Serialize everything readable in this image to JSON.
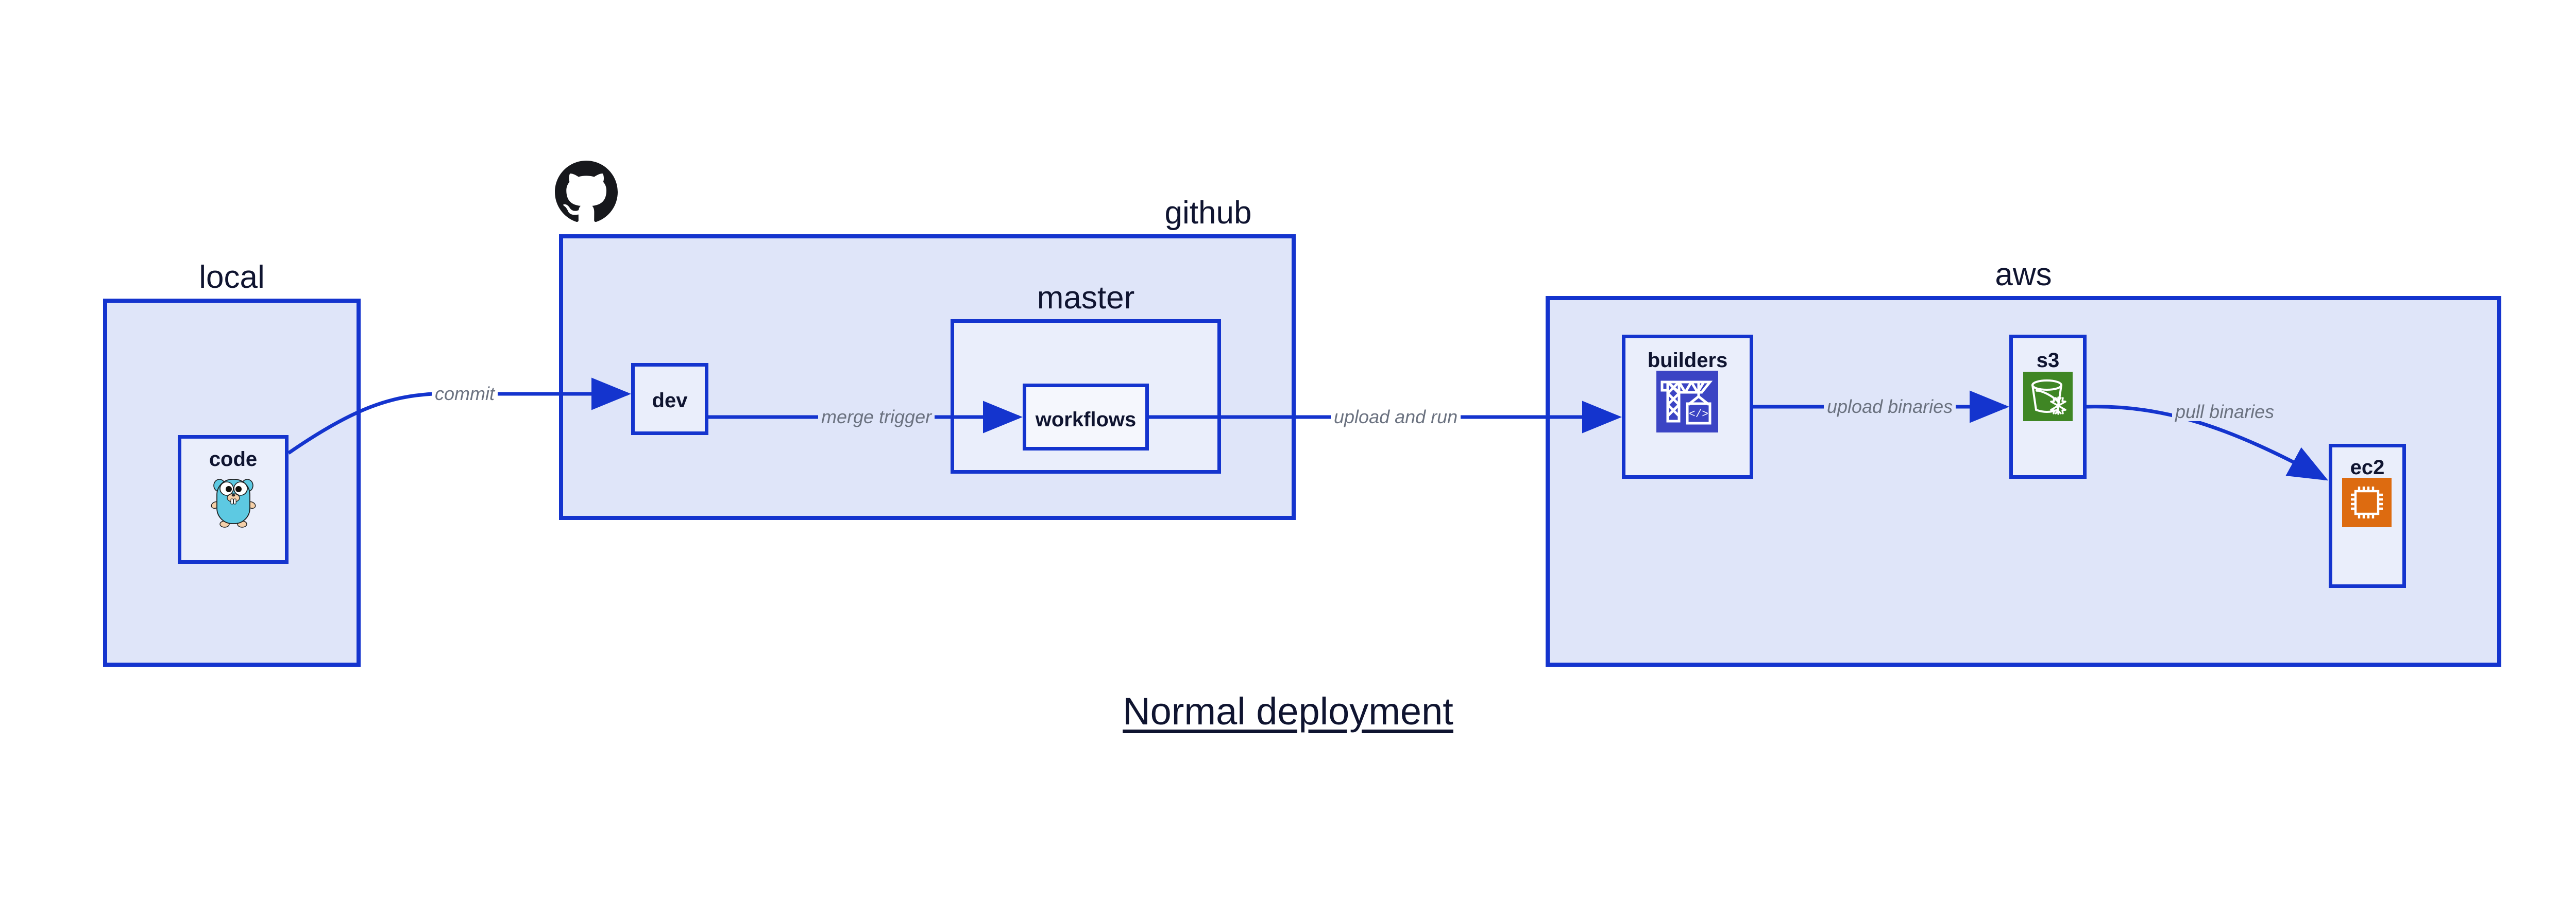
{
  "diagram": {
    "title": "Normal deployment",
    "groups": [
      {
        "id": "local",
        "label": "local"
      },
      {
        "id": "github",
        "label": "github"
      },
      {
        "id": "master",
        "label": "master"
      },
      {
        "id": "aws",
        "label": "aws"
      }
    ],
    "nodes": [
      {
        "id": "code",
        "label": "code",
        "icon": "go-gopher-icon"
      },
      {
        "id": "dev",
        "label": "dev",
        "icon": "none"
      },
      {
        "id": "workflows",
        "label": "workflows",
        "icon": "none"
      },
      {
        "id": "builders",
        "label": "builders",
        "icon": "aws-codebuild-icon"
      },
      {
        "id": "s3",
        "label": "s3",
        "icon": "aws-s3-glacier-icon"
      },
      {
        "id": "ec2",
        "label": "ec2",
        "icon": "aws-ec2-icon"
      }
    ],
    "edges": [
      {
        "id": "commit",
        "from": "code",
        "to": "dev",
        "label": "commit"
      },
      {
        "id": "merge-trigger",
        "from": "dev",
        "to": "workflows",
        "label": "merge trigger"
      },
      {
        "id": "upload-and-run",
        "from": "workflows",
        "to": "builders",
        "label": "upload and run"
      },
      {
        "id": "upload-binaries",
        "from": "builders",
        "to": "s3",
        "label": "upload binaries"
      },
      {
        "id": "pull-binaries",
        "from": "s3",
        "to": "ec2",
        "label": "pull binaries"
      }
    ],
    "brand_icons": [
      {
        "id": "github-octocat-icon",
        "name": "github-logo"
      }
    ],
    "colors": {
      "border": "#1434ce",
      "group_fill": "#dfe5f9",
      "node_fill": "#eaeefb",
      "node_fill_deep": "#f5f7fd",
      "text": "#0f1430",
      "edge_label": "#6b7280",
      "codebuild": "#3b44c4",
      "s3_glacier": "#3f8624",
      "ec2": "#dd6b10",
      "gopher": "#5dc9e2",
      "octocat": "#17181c"
    }
  }
}
